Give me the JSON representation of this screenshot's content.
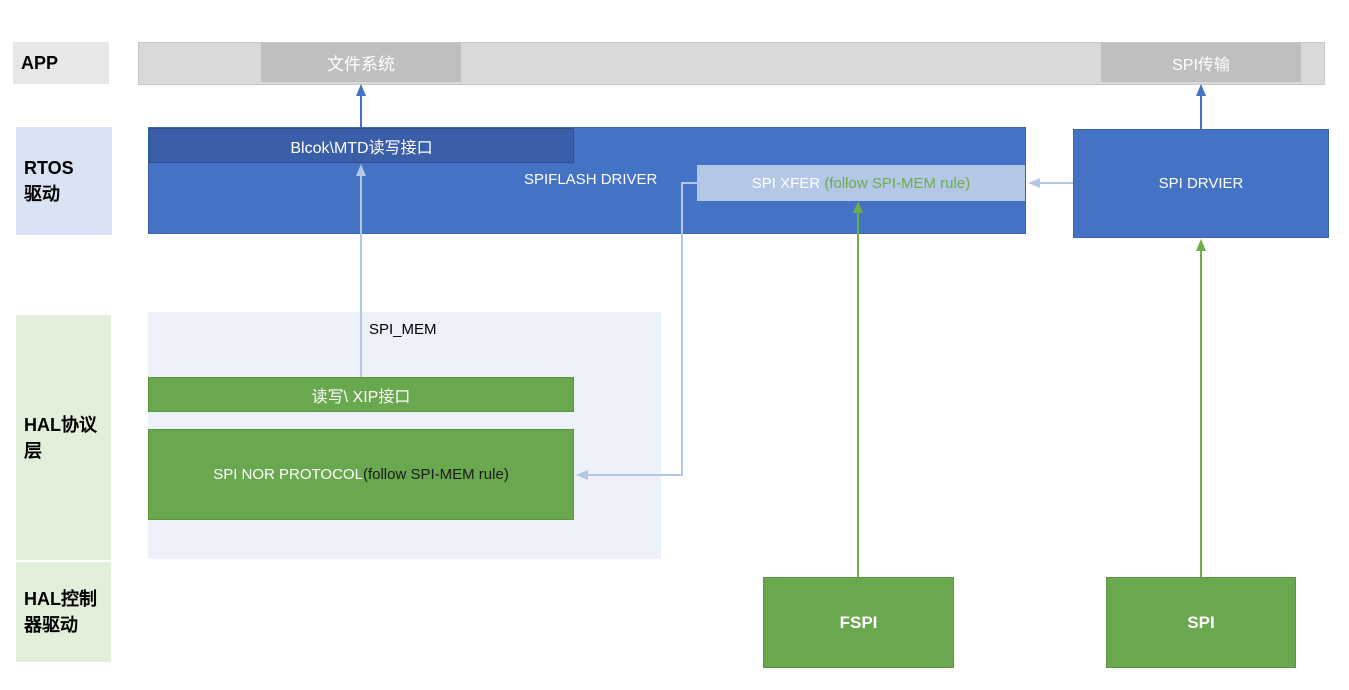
{
  "layers": {
    "app": "APP",
    "rtos": "RTOS\n驱动",
    "hal_protocol": "HAL协议\n层",
    "hal_controller": "HAL控制\n器驱动"
  },
  "app": {
    "filesystem": "文件系统",
    "spi_transfer": "SPI传输"
  },
  "rtos": {
    "block_mtd": "Blcok\\MTD读写接口",
    "spiflash_driver": "SPIFLASH DRIVER",
    "spi_xfer_prefix": "SPI XFER ",
    "spi_xfer_rule": "(follow SPI-MEM rule)",
    "spi_driver": "SPI DRVIER"
  },
  "hal": {
    "spi_mem": "SPI_MEM",
    "rw_xip": "读写\\ XIP接口",
    "spi_nor_prefix": "SPI NOR PROTOCOL",
    "spi_nor_rule": "(follow SPI-MEM rule)"
  },
  "controllers": {
    "fspi": "FSPI",
    "spi": "SPI"
  },
  "colors": {
    "app_bar": "#d9d9d9",
    "app_box": "#bfbfbf",
    "blue": "#4472c4",
    "dark_blue": "#3a5fa8",
    "light_blue_box": "#b4c7e7",
    "green": "#6aa84f",
    "light_green_text": "#70ad47",
    "layer_blue": "#dae3f3",
    "layer_green": "#e2efda",
    "spi_mem_bg": "#edf1f9",
    "arrow_light": "#b4c7e7",
    "arrow_green": "#70ad47"
  }
}
